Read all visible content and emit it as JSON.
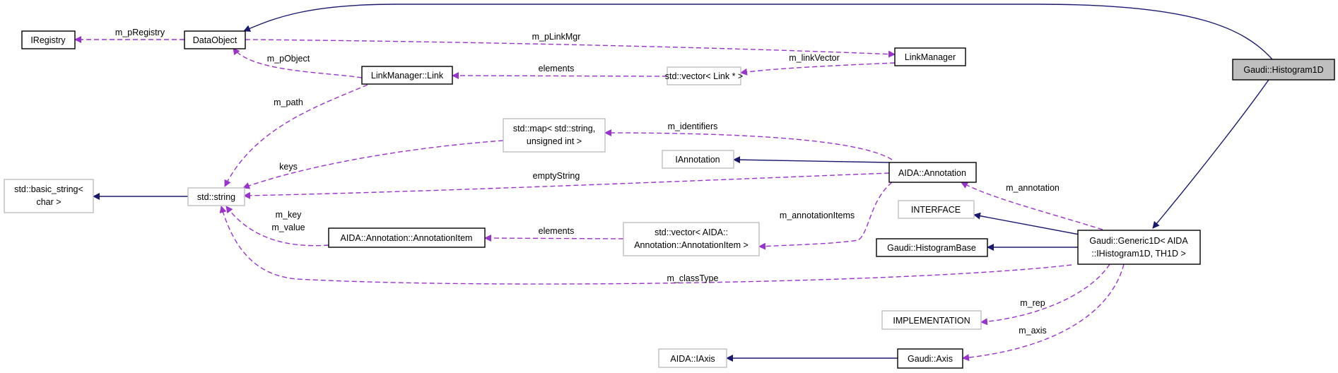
{
  "nodes": {
    "histogram1d": "Gaudi::Histogram1D",
    "dataobject": "DataObject",
    "iregistry": "IRegistry",
    "linkmanager": "LinkManager",
    "link": "LinkManager::Link",
    "vector_link": "std::vector< Link * >",
    "basic_string": [
      "std::basic_string<",
      "char >"
    ],
    "string": "std::string",
    "map": [
      "std::map< std::string,",
      "unsigned int >"
    ],
    "iannotation": "IAnnotation",
    "annotation": "AIDA::Annotation",
    "interface": "INTERFACE",
    "generic1d": [
      "Gaudi::Generic1D< AIDA",
      "::IHistogram1D, TH1D >"
    ],
    "histogrambase": "Gaudi::HistogramBase",
    "annotation_item": "AIDA::Annotation::AnnotationItem",
    "vector_items": [
      "std::vector< AIDA::",
      "Annotation::AnnotationItem >"
    ],
    "implementation": "IMPLEMENTATION",
    "iaxis": "AIDA::IAxis",
    "axis": "Gaudi::Axis"
  },
  "edges": {
    "m_pRegistry": "m_pRegistry",
    "m_pLinkMgr": "m_pLinkMgr",
    "m_pObject": "m_pObject",
    "elements_links": "elements",
    "m_linkVector": "m_linkVector",
    "m_path": "m_path",
    "m_identifiers": "m_identifiers",
    "keys": "keys",
    "emptyString": "emptyString",
    "m_annotation": "m_annotation",
    "m_annotationItems": "m_annotationItems",
    "m_key": "m_key",
    "m_value": "m_value",
    "elements_items": "elements",
    "m_classType": "m_classType",
    "m_rep": "m_rep",
    "m_axis": "m_axis"
  },
  "colors": {
    "inheritance": "#191970",
    "usage": "#9a32cd",
    "focus_fill": "#bfbfbf",
    "grey_border": "#bfbfbf"
  }
}
